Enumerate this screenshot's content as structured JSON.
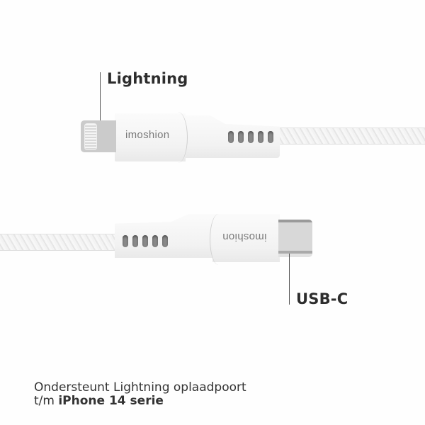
{
  "product": {
    "brand": "imoshion",
    "connectors": {
      "top": {
        "label": "Lightning"
      },
      "bottom": {
        "label": "USB-C"
      }
    }
  },
  "caption": {
    "line1": "Ondersteunt Lightning oplaadpoort",
    "line2_prefix": "t/m ",
    "line2_bold": "iPhone 14 serie"
  },
  "colors": {
    "background": "#fefefe",
    "text": "#2d2d2d",
    "connector_gray": "#c9c9c9",
    "vent_gray": "#8a8a8a"
  }
}
